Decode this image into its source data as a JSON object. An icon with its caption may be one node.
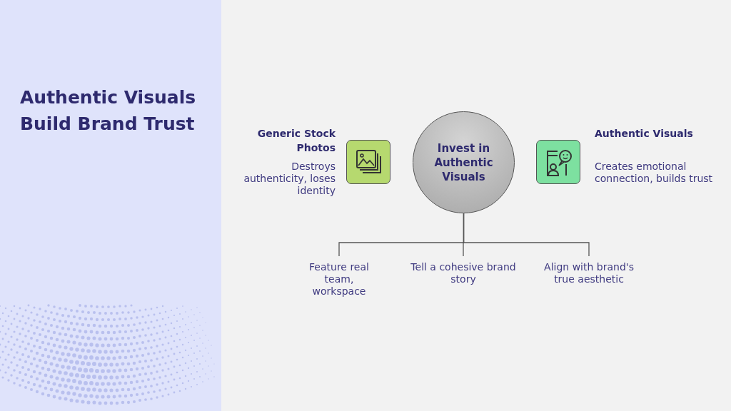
{
  "diagram": {
    "title": "Authentic Visuals Build Brand Trust",
    "nodes": [
      {
        "text": [
          "Invest in Authentic Visuals"
        ]
      },
      {
        "text": [
          "Generic Stock Photos",
          "Destroys authenticity, loses identity"
        ]
      },
      {
        "text": [
          "Authentic Visuals",
          "Creates emotional connection, builds trust"
        ]
      },
      {
        "text": [
          "Feature real team, workspace"
        ]
      },
      {
        "text": [
          "Tell a cohesive brand story"
        ]
      },
      {
        "text": [
          "Align with brand's true aesthetic"
        ]
      }
    ],
    "edges": [
      {
        "from": 0,
        "to": 3,
        "arrow": "none"
      },
      {
        "from": 0,
        "to": 4,
        "arrow": "none"
      },
      {
        "from": 0,
        "to": 5,
        "arrow": "none"
      }
    ]
  }
}
